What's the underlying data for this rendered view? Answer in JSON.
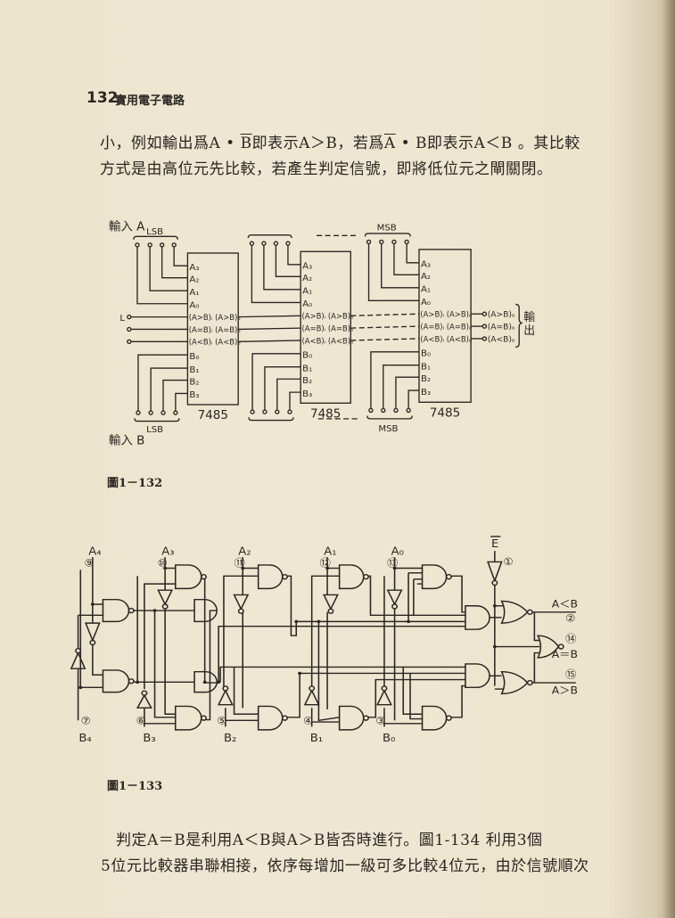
{
  "header": {
    "page_number": "132",
    "book_title": "實用電子電路"
  },
  "intro": {
    "line1_parts": [
      "小，例如輸出爲A • ",
      "B",
      "即表示A＞B，若爲",
      "A",
      " • B即表示A＜B 。其比較"
    ],
    "line2": "方式是由高位元先比較，若產生判定信號，即將低位元之閘關閉。"
  },
  "figure_132": {
    "caption": "圖1－132",
    "input_a_label": "輸入 A",
    "input_b_label": "輸入 B",
    "lsb": "LSB",
    "msb": "MSB",
    "l_label": "L",
    "chip_label": "7485",
    "pins_a": [
      "A₃",
      "A₂",
      "A₁",
      "A₀"
    ],
    "cascade_pins": [
      "(A>B)ᵢ (A>B)ₒ",
      "(A=B)ᵢ (A=B)ₒ",
      "(A<B)ᵢ (A<B)ₒ"
    ],
    "pins_b": [
      "B₀",
      "B₁",
      "B₂",
      "B₃"
    ],
    "outputs": [
      "(A>B)ₒ",
      "(A=B)ₒ",
      "(A<B)ₒ"
    ],
    "output_label": "輸出"
  },
  "figure_133": {
    "caption": "圖1－133",
    "inputs_a": [
      {
        "label": "A₄",
        "pin": "⑨"
      },
      {
        "label": "A₃",
        "pin": "⑩"
      },
      {
        "label": "A₂",
        "pin": "⑪"
      },
      {
        "label": "A₁",
        "pin": "⑫"
      },
      {
        "label": "A₀",
        "pin": "⑬"
      }
    ],
    "inputs_b": [
      {
        "label": "B₄",
        "pin": "⑦"
      },
      {
        "label": "B₃",
        "pin": "⑥"
      },
      {
        "label": "B₂",
        "pin": "⑤"
      },
      {
        "label": "B₁",
        "pin": "④"
      },
      {
        "label": "B₀",
        "pin": "③"
      }
    ],
    "enable": {
      "label": "E",
      "pin": "①"
    },
    "outputs": [
      {
        "label": "A＜B",
        "pin": "②"
      },
      {
        "label": "A＝B",
        "pin": "⑭"
      },
      {
        "label": "A＞B",
        "pin": "⑮"
      }
    ]
  },
  "closing": {
    "line1": "判定A＝B是利用A＜B與A＞B皆否時進行。圖1-134  利用3個",
    "line2": "5位元比較器串聯相接，依序每增加一級可多比較4位元，由於信號順次"
  }
}
